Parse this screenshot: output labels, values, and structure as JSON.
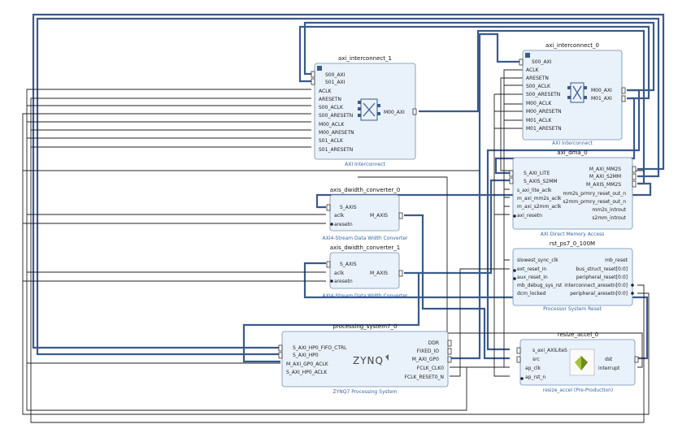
{
  "blocks": {
    "ic1": {
      "title": "axi_interconnect_1",
      "subtitle": "AXI Interconnect",
      "in_ports": [
        "S00_AXI",
        "S01_AXI",
        "ACLK",
        "ARESETN",
        "S00_ACLK",
        "S00_ARESETN",
        "M00_ACLK",
        "M00_ARESETN",
        "S01_ACLK",
        "S01_ARESETN"
      ],
      "out_ports": [
        "M00_AXI"
      ]
    },
    "ic0": {
      "title": "axi_interconnect_0",
      "subtitle": "AXI Interconnect",
      "in_ports": [
        "S00_AXI",
        "ACLK",
        "ARESETN",
        "S00_ACLK",
        "S00_ARESETN",
        "M00_ACLK",
        "M00_ARESETN",
        "M01_ACLK",
        "M01_ARESETN"
      ],
      "out_ports": [
        "M00_AXI",
        "M01_AXI"
      ]
    },
    "dma": {
      "title": "axi_dma_0",
      "subtitle": "AXI Direct Memory Access",
      "in_ports": [
        "S_AXI_LITE",
        "S_AXIS_S2MM",
        "s_axi_lite_aclk",
        "m_axi_mm2s_aclk",
        "m_axi_s2mm_aclk",
        "axi_resetn"
      ],
      "out_ports": [
        "M_AXI_MM2S",
        "M_AXI_S2MM",
        "M_AXIS_MM2S",
        "mm2s_prmry_reset_out_n",
        "s2mm_prmry_reset_out_n",
        "mm2s_introut",
        "s2mm_introut"
      ]
    },
    "dw0": {
      "title": "axis_dwidth_converter_0",
      "subtitle": "AXI4-Stream Data Width Converter",
      "in_ports": [
        "S_AXIS",
        "aclk",
        "aresetn"
      ],
      "out_ports": [
        "M_AXIS"
      ]
    },
    "dw1": {
      "title": "axis_dwidth_converter_1",
      "subtitle": "AXI4-Stream Data Width Converter",
      "in_ports": [
        "S_AXIS",
        "aclk",
        "aresetn"
      ],
      "out_ports": [
        "M_AXIS"
      ]
    },
    "rst": {
      "title": "rst_ps7_0_100M",
      "subtitle": "Processor System Reset",
      "in_ports": [
        "slowest_sync_clk",
        "ext_reset_in",
        "aux_reset_in",
        "mb_debug_sys_rst",
        "dcm_locked"
      ],
      "out_ports": [
        "mb_reset",
        "bus_struct_reset[0:0]",
        "peripheral_reset[0:0]",
        "interconnect_aresetn[0:0]",
        "peripheral_aresetn[0:0]"
      ]
    },
    "ps7": {
      "title": "processing_system7_0",
      "subtitle": "ZYNQ7 Processing System",
      "logo": "ZYNQ",
      "in_ports": [
        "S_AXI_HP0_FIFO_CTRL",
        "S_AXI_HP0",
        "M_AXI_GP0_ACLK",
        "S_AXI_HP0_ACLK"
      ],
      "out_ports": [
        "DDR",
        "FIXED_IO",
        "M_AXI_GP0",
        "FCLK_CLK0",
        "FCLK_RESET0_N"
      ]
    },
    "ra": {
      "title": "resize_accel_0",
      "subtitle": "resize_accel (Pre-Production)",
      "in_ports": [
        "s_axi_AXILiteS",
        "src",
        "ap_clk",
        "ap_rst_n"
      ],
      "out_ports": [
        "dst",
        "interrupt"
      ]
    }
  },
  "colors": {
    "block_fill": "#e9f1fa",
    "block_border": "#6f8fb3",
    "bus": "#3b5a8c",
    "subtitle": "#3566a6"
  }
}
